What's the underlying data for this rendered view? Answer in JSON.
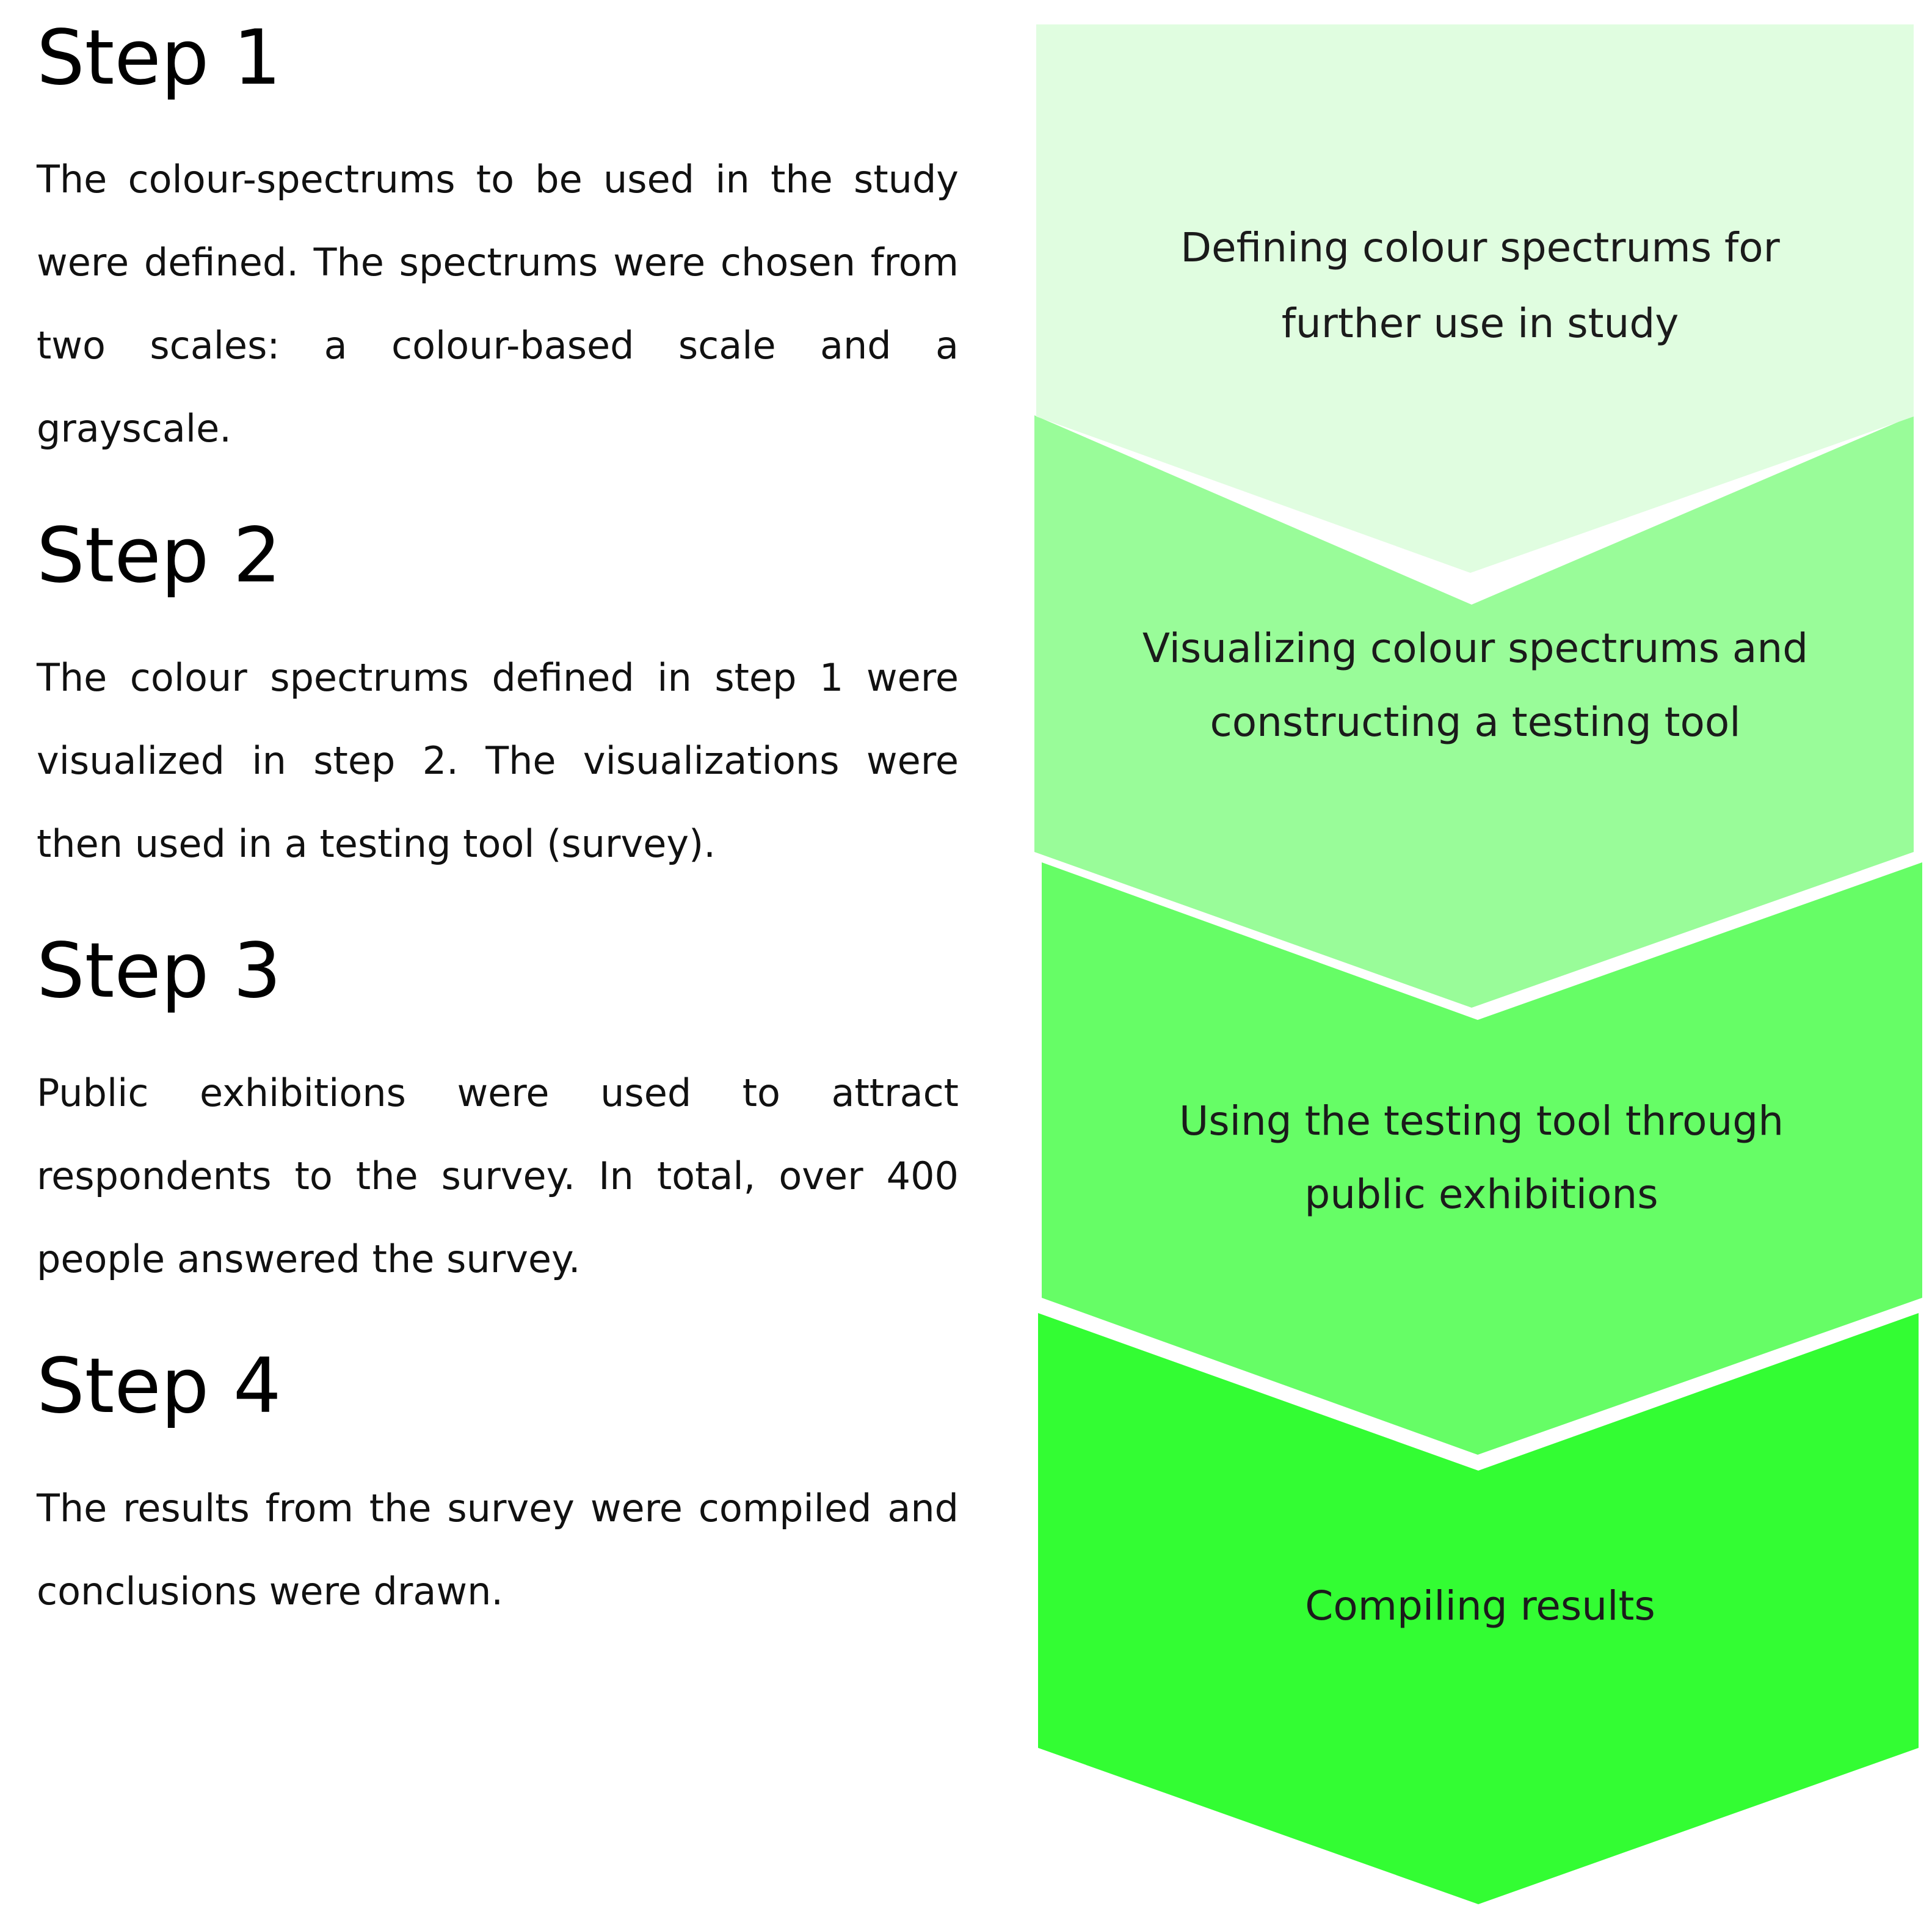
{
  "steps": [
    {
      "title": "Step 1",
      "body": "The colour-spectrums to be used in the study were defined. The spectrums were chosen from two scales: a colour-based scale and a grayscale."
    },
    {
      "title": "Step 2",
      "body": "The colour spectrums defined in step 1 were visualized in step 2. The visualizations were then used in a testing tool (survey)."
    },
    {
      "title": "Step 3",
      "body": "Public exhibitions were used to attract respondents to the survey. In total, over 400 people answered the survey."
    },
    {
      "title": "Step 4",
      "body": "The results from the survey were compiled and conclusions were drawn."
    }
  ],
  "flow": {
    "stages": [
      {
        "line1": "Defining colour spectrums for",
        "line2": "further use in study",
        "color": "#e0fde0"
      },
      {
        "line1": "Visualizing colour spectrums and",
        "line2": "constructing a testing tool",
        "color": "#99fc99"
      },
      {
        "line1": "Using the testing tool through",
        "line2": "public exhibitions",
        "color": "#66fd66"
      },
      {
        "line1": "Compiling results",
        "line2": "",
        "color": "#33fd33"
      }
    ]
  }
}
